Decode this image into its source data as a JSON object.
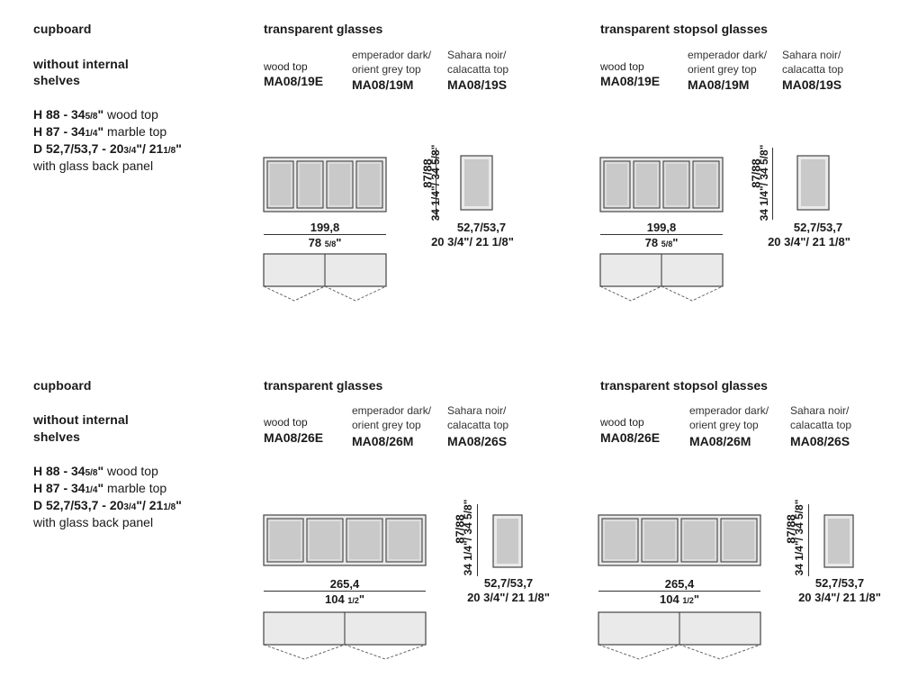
{
  "blocks": [
    {
      "title": "cupboard",
      "subtitle_1": "without internal",
      "subtitle_2": "shelves",
      "spec_h88_label": "H 88 - 34",
      "spec_h88_frac": "5/8",
      "spec_h88_unit": "\"",
      "spec_h88_text": "wood top",
      "spec_h87_label": "H 87 - 34",
      "spec_h87_frac": "1/4",
      "spec_h87_unit": "\"",
      "spec_h87_text": "marble top",
      "spec_d_label": "D 52,7/53,7 - 20",
      "spec_d_frac1": "3/4",
      "spec_d_mid": "\"/ 21",
      "spec_d_frac2": "1/8",
      "spec_d_unit": "\"",
      "spec_back": "with glass back panel",
      "groups": [
        {
          "title": "transparent glasses",
          "wood_label": "wood top",
          "wood_code": "MA08/19E",
          "emp_label_1": "emperador dark/",
          "emp_label_2": "orient grey top",
          "emp_code": "MA08/19M",
          "sah_label_1": "Sahara noir/",
          "sah_label_2": "calacatta top",
          "sah_code": "MA08/19S",
          "width_cm": "199,8",
          "width_in": "78",
          "width_in_frac": "5/8",
          "width_in_unit": "\"",
          "height_cm": "87/88",
          "height_in": "34 1/4\"/ 34 5/8\"",
          "depth_cm": "52,7/53,7",
          "depth_in": "20 3/4\"/ 21 1/8\""
        },
        {
          "title": "transparent stopsol glasses",
          "wood_label": "wood top",
          "wood_code": "MA08/19E",
          "emp_label_1": "emperador dark/",
          "emp_label_2": "orient grey top",
          "emp_code": "MA08/19M",
          "sah_label_1": "Sahara noir/",
          "sah_label_2": "calacatta top",
          "sah_code": "MA08/19S",
          "width_cm": "199,8",
          "width_in": "78",
          "width_in_frac": "5/8",
          "width_in_unit": "\"",
          "height_cm": "87/88",
          "height_in": "34 1/4\"/ 34 5/8\"",
          "depth_cm": "52,7/53,7",
          "depth_in": "20 3/4\"/ 21 1/8\""
        }
      ]
    },
    {
      "title": "cupboard",
      "subtitle_1": "without internal",
      "subtitle_2": "shelves",
      "spec_h88_label": "H 88 - 34",
      "spec_h88_frac": "5/8",
      "spec_h88_unit": "\"",
      "spec_h88_text": "wood top",
      "spec_h87_label": "H 87 - 34",
      "spec_h87_frac": "1/4",
      "spec_h87_unit": "\"",
      "spec_h87_text": "marble top",
      "spec_d_label": "D 52,7/53,7 - 20",
      "spec_d_frac1": "3/4",
      "spec_d_mid": "\"/ 21",
      "spec_d_frac2": "1/8",
      "spec_d_unit": "\"",
      "spec_back": "with glass back panel",
      "groups": [
        {
          "title": "transparent glasses",
          "wood_label": "wood top",
          "wood_code": "MA08/26E",
          "emp_label_1": "emperador dark/",
          "emp_label_2": "orient grey top",
          "emp_code": "MA08/26M",
          "sah_label_1": "Sahara noir/",
          "sah_label_2": "calacatta top",
          "sah_code": "MA08/26S",
          "width_cm": "265,4",
          "width_in": "104",
          "width_in_frac": "1/2",
          "width_in_unit": "\"",
          "height_cm": "87/88",
          "height_in": "34 1/4\"/ 34 5/8\"",
          "depth_cm": "52,7/53,7",
          "depth_in": "20 3/4\"/ 21 1/8\""
        },
        {
          "title": "transparent stopsol glasses",
          "wood_label": "wood top",
          "wood_code": "MA08/26E",
          "emp_label_1": "emperador dark/",
          "emp_label_2": "orient grey top",
          "emp_code": "MA08/26M",
          "sah_label_1": "Sahara noir/",
          "sah_label_2": "calacatta top",
          "sah_code": "MA08/26S",
          "width_cm": "265,4",
          "width_in": "104",
          "width_in_frac": "1/2",
          "width_in_unit": "\"",
          "height_cm": "87/88",
          "height_in": "34 1/4\"/ 34 5/8\"",
          "depth_cm": "52,7/53,7",
          "depth_in": "20 3/4\"/ 21 1/8\""
        }
      ]
    }
  ]
}
